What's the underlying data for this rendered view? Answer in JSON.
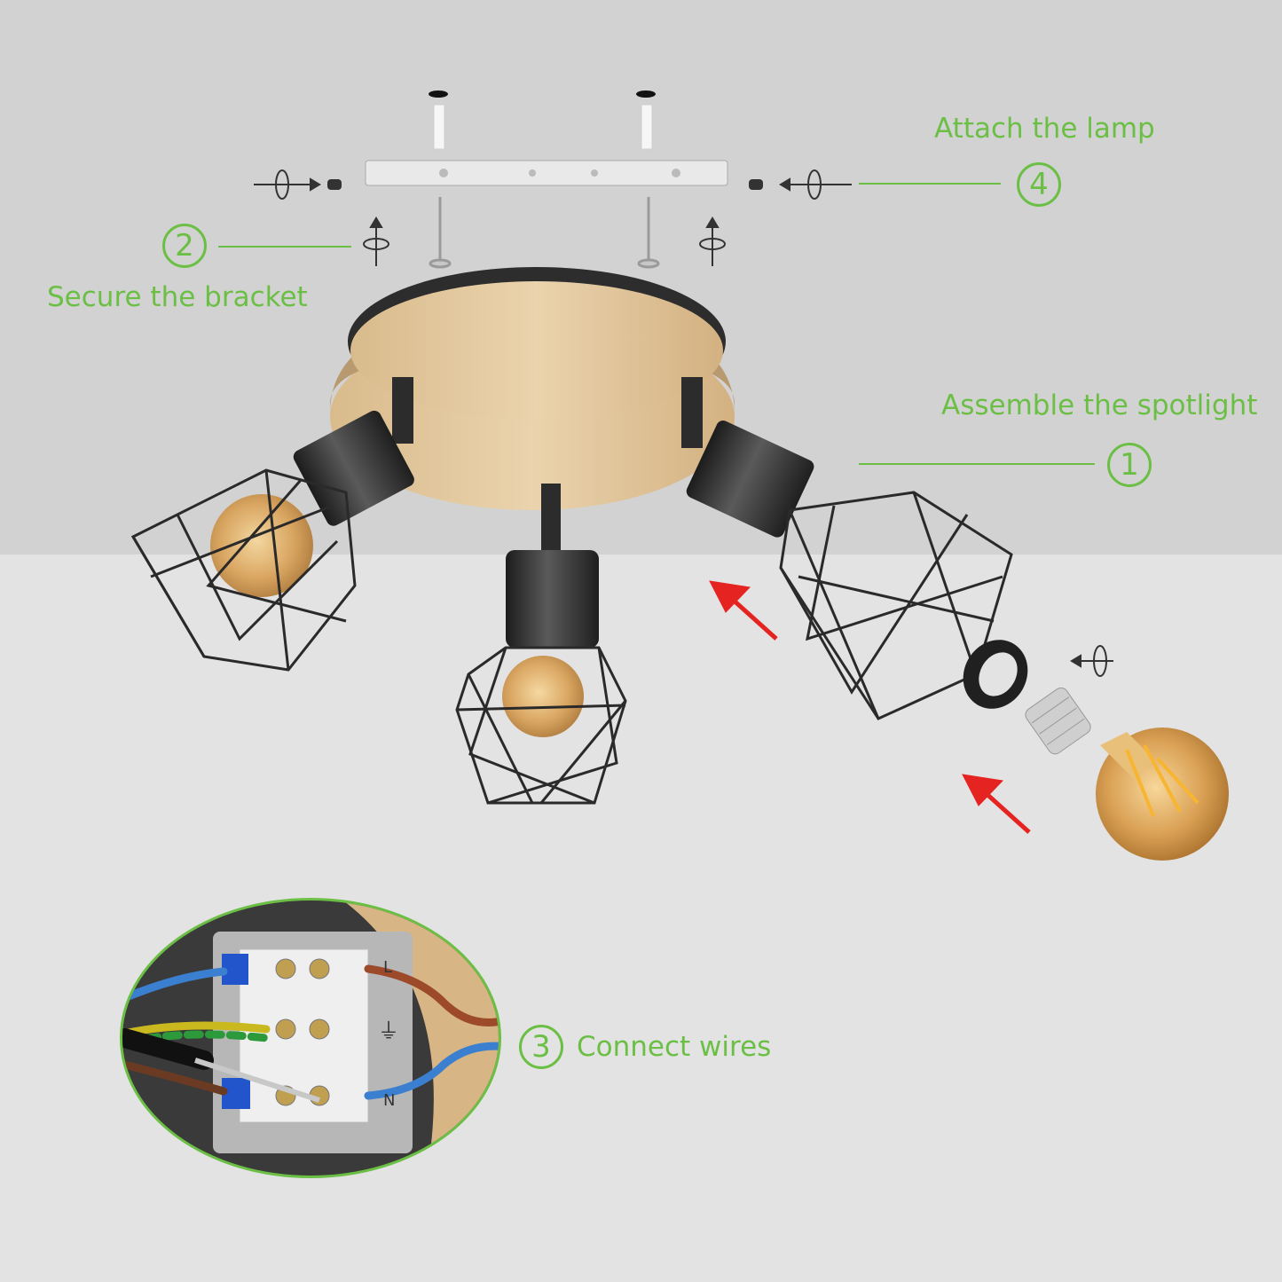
{
  "steps": [
    {
      "number": "1",
      "label": "Assemble the spotlight"
    },
    {
      "number": "2",
      "label": "Secure the bracket"
    },
    {
      "number": "3",
      "label": "Connect wires"
    },
    {
      "number": "4",
      "label": "Attach the lamp"
    }
  ],
  "terminal_markings": {
    "live": "L",
    "neutral": "N",
    "earth": "⏚"
  },
  "colors": {
    "accent": "#6cbf45",
    "arrow": "#e52421",
    "wall": "#d2d2d2",
    "floor": "#e3e3e3",
    "wood": "#e2c8a0",
    "metal": "#2c2c2c",
    "bulb": "#d9a054"
  }
}
